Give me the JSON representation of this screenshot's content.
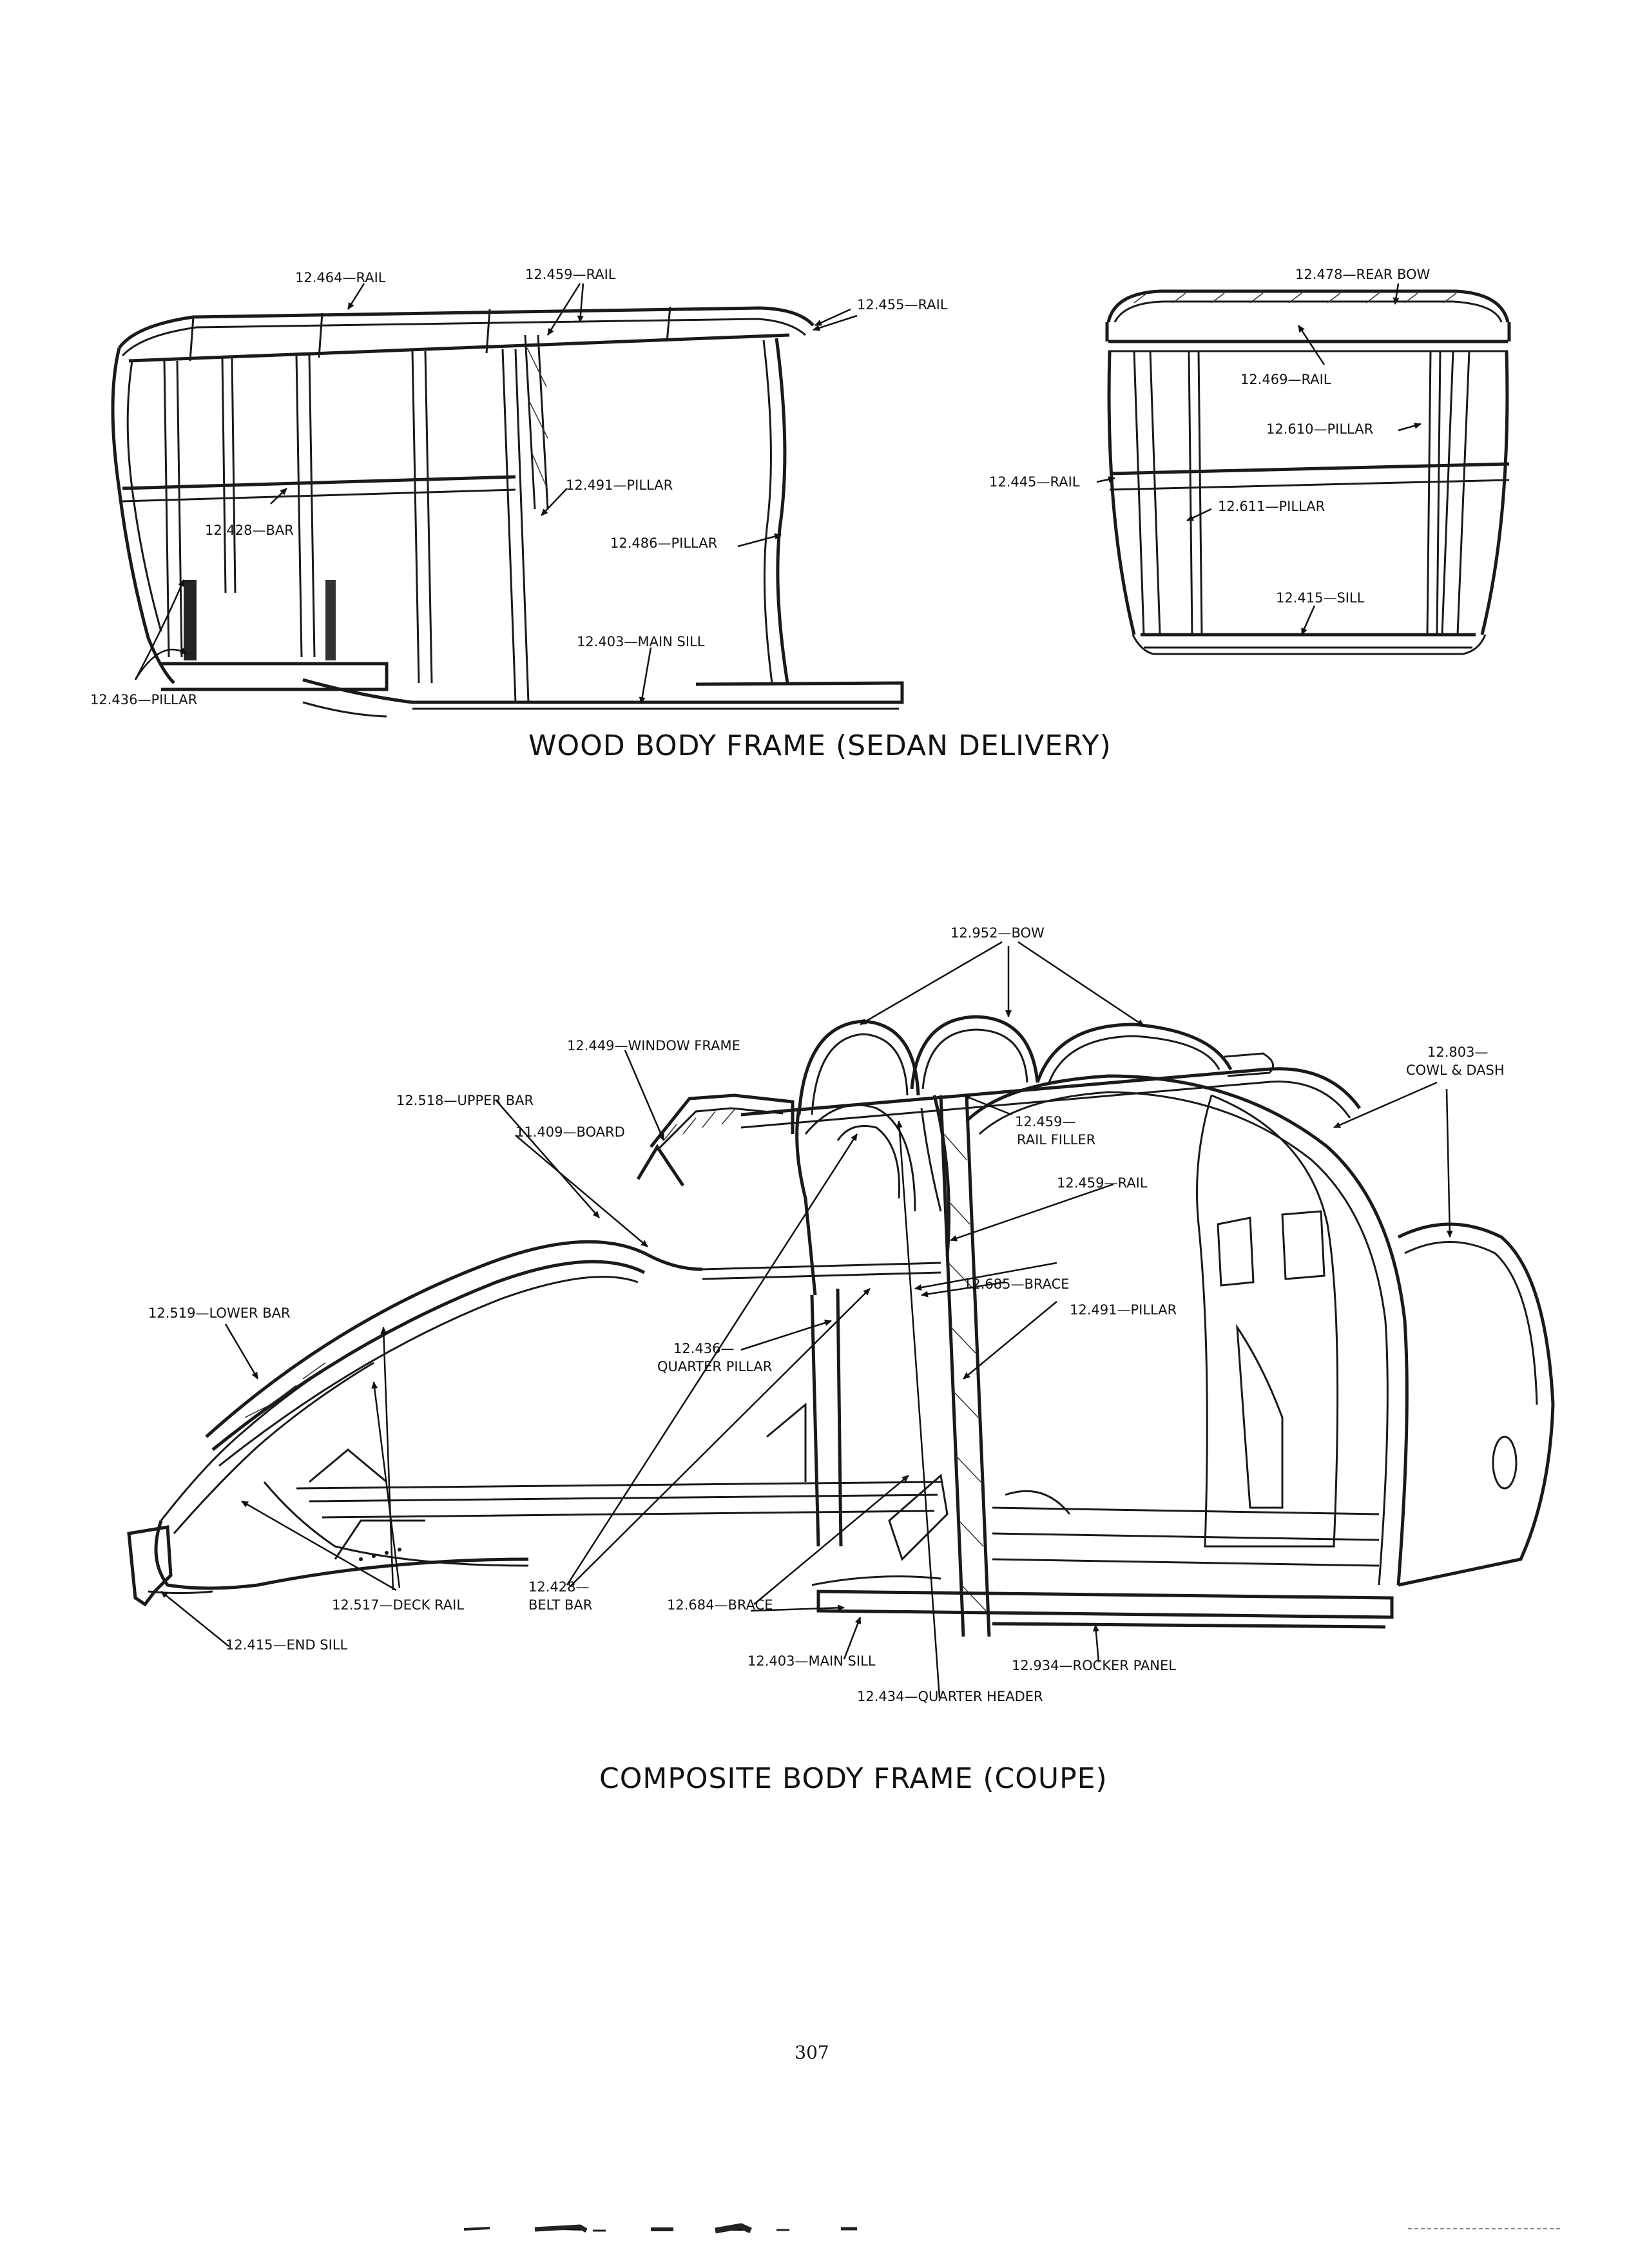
{
  "labels": {
    "l1": "12.464—RAIL",
    "l2": "12.459—RAIL",
    "l3": "12.455—RAIL",
    "l4": "12.491—PILLAR",
    "l5": "12.428—BAR",
    "l6": "12.486—PILLAR",
    "l7": "12.403—MAIN SILL",
    "l8": "12.436—PILLAR",
    "r1": "12.478—REAR BOW",
    "r2": "12.469—RAIL",
    "r3": "12.610—PILLAR",
    "r4": "12.445—RAIL",
    "r5": "12.611—PILLAR",
    "r6": "12.415—SILL",
    "c1": "12.952—BOW",
    "c2": "12.449—WINDOW FRAME",
    "c3a": "12.803—",
    "c3b": "COWL & DASH",
    "c4": "12.518—UPPER BAR",
    "c5a": "12.459—",
    "c5b": "RAIL FILLER",
    "c6": "11.409—BOARD",
    "c7": "12.459—RAIL",
    "c8": "12.685—BRACE",
    "c9": "12.491—PILLAR",
    "c10": "12.519—LOWER BAR",
    "c11a": "12.436—",
    "c11b": "QUARTER PILLAR",
    "c12a": "12.428—",
    "c12b": "BELT BAR",
    "c13": "12.517—DECK RAIL",
    "c14": "12.684—BRACE",
    "c15": "12.415—END SILL",
    "c16": "12.403—MAIN SILL",
    "c17": "12.934—ROCKER PANEL",
    "c18": "12.434—QUARTER HEADER"
  },
  "captions": {
    "top": "WOOD BODY FRAME (SEDAN DELIVERY)",
    "bottom": "COMPOSITE BODY FRAME (COUPE)"
  },
  "page_number": "307"
}
